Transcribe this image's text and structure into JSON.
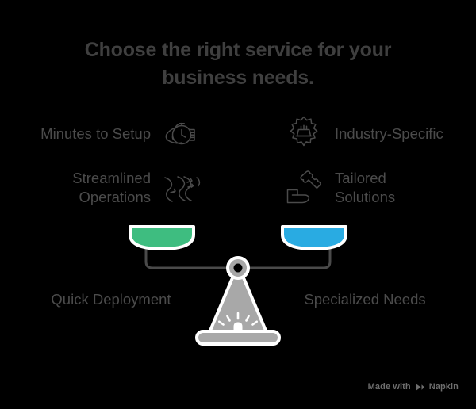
{
  "page": {
    "background": "#000000",
    "title": "Choose the right service for your business needs.",
    "title_color": "#3f3f3f",
    "text_color": "#4b4b4b"
  },
  "features": {
    "left": [
      {
        "label": "Minutes to Setup",
        "icon": "stopwatch-in-hand-icon"
      },
      {
        "label": "Streamlined\nOperations",
        "icon": "winding-road-icon"
      }
    ],
    "right": [
      {
        "label": "Industry-Specific",
        "icon": "gear-factory-icon"
      },
      {
        "label": "Tailored\nSolutions",
        "icon": "puzzle-piece-hand-icon"
      }
    ]
  },
  "scale": {
    "icon": "balance-scale-icon",
    "left_pan_color": "#3ebd80",
    "right_pan_color": "#29abe2",
    "beam_color": "#4a4a4a",
    "base_color": "#a8a8a8",
    "left_label": "Quick Deployment",
    "right_label": "Specialized Needs"
  },
  "watermark": {
    "text": "Made with",
    "brand": "Napkin",
    "logo": "napkin-logo-icon",
    "color": "#6e6e6e"
  }
}
